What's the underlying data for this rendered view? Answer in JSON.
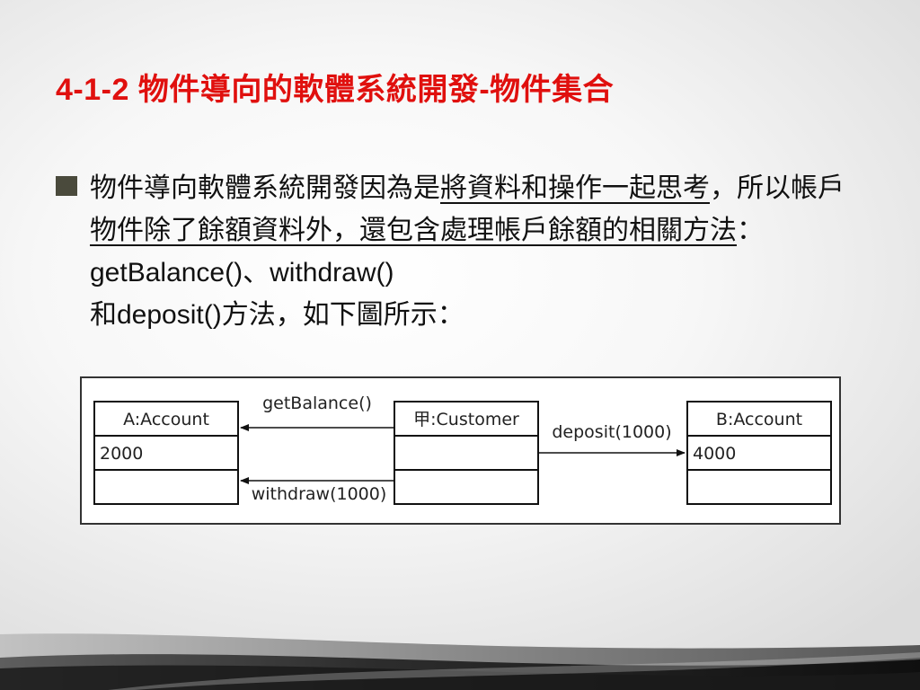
{
  "slide": {
    "title": "4-1-2 物件導向的軟體系統開發-物件集合"
  },
  "bullet": {
    "seg1": "物件導向軟體系統開發因為是",
    "seg2": "將資料和操作一起思考",
    "seg3": "，所以帳戶",
    "seg4": "物件除了餘額資料外，還包含處理帳戶餘額的相關方法",
    "seg5": "：",
    "seg6": "getBalance()",
    "seg7": "、",
    "seg8": "withdraw()",
    "seg9": "和",
    "seg10": "deposit()",
    "seg11": "方法，如下圖所示："
  },
  "diagram": {
    "account_a": {
      "name": "A:Account",
      "value": "2000"
    },
    "customer": {
      "name": "甲:Customer"
    },
    "account_b": {
      "name": "B:Account",
      "value": "4000"
    },
    "messages": {
      "get_balance": "getBalance()",
      "withdraw": "withdraw(1000)",
      "deposit": "deposit(1000)"
    }
  },
  "colors": {
    "title": "#e0100e",
    "bullet_marker": "#4a4a3c"
  }
}
